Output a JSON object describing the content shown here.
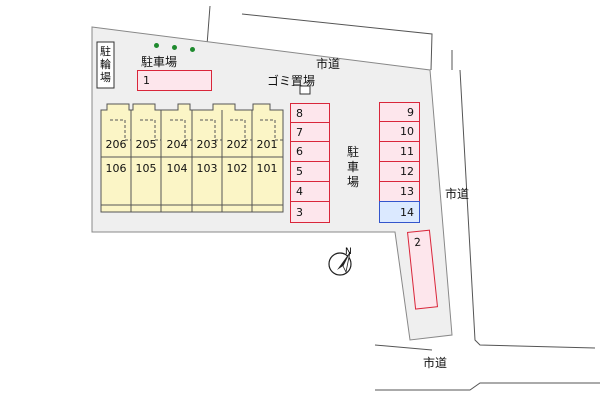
{
  "map": {
    "roads": [
      {
        "id": "road-north",
        "label": "市道"
      },
      {
        "id": "road-east",
        "label": "市道"
      },
      {
        "id": "road-south",
        "label": "市道"
      }
    ],
    "bicycle_parking": {
      "label": "駐輪場"
    },
    "car_parking_labels": {
      "north": "駐車場",
      "center": "駐車場"
    },
    "garbage_area": {
      "label": "ゴミ置場"
    },
    "units_upper": [
      "206",
      "205",
      "204",
      "203",
      "202",
      "201"
    ],
    "units_lower": [
      "106",
      "105",
      "104",
      "103",
      "102",
      "101"
    ],
    "parking_spots": {
      "north": "1",
      "left_column": [
        "8",
        "7",
        "6",
        "5",
        "4",
        "3"
      ],
      "right_column": [
        "9",
        "10",
        "11",
        "12",
        "13",
        "14"
      ],
      "angled": "2"
    },
    "highlighted_spot": "14",
    "compass": {
      "label": "N"
    },
    "colors": {
      "site_fill": "#efefef",
      "building_fill": "#fbf5c6",
      "parking_fill": "#fde6ec",
      "parking_border": "#d9263a",
      "highlight_fill": "#dbe9ff",
      "highlight_border": "#3355cc",
      "tree": "#1e8a2e"
    }
  }
}
